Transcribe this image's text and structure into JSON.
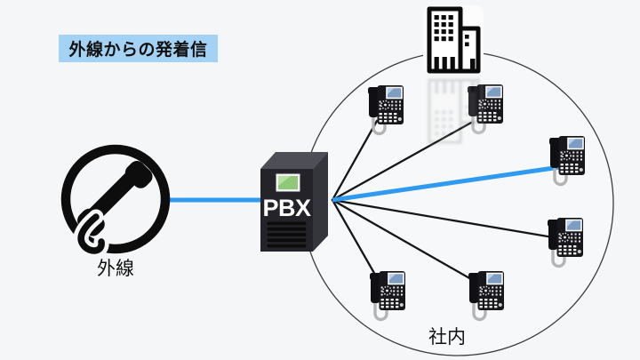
{
  "title": "外線からの発着信",
  "labels": {
    "external": "外線",
    "pbx": "PBX",
    "internal": "社内"
  },
  "colors": {
    "background": "#f5f6f7",
    "title_bg": "#a4d2f4",
    "accent_blue": "#2e9af0",
    "line_black": "#161616"
  },
  "icons": {
    "external": "phone-handset-circle-icon",
    "hub": "server-tower-icon",
    "zone_top": "office-building-icon",
    "extension": "desk-phone-icon"
  },
  "diagram": {
    "type": "pbx-telephony-topology",
    "external_node": {
      "id": "external-line",
      "label": "外線"
    },
    "hub_node": {
      "id": "pbx",
      "label": "PBX"
    },
    "zone": {
      "id": "office",
      "label": "社内",
      "shape": "circle",
      "extension_phone_count": 6
    },
    "links": [
      {
        "from": "external-line",
        "to": "pbx",
        "style": "blue-highlight"
      },
      {
        "from": "pbx",
        "to": "phone-1",
        "style": "black"
      },
      {
        "from": "pbx",
        "to": "phone-2",
        "style": "black"
      },
      {
        "from": "pbx",
        "to": "phone-3",
        "style": "blue-highlight"
      },
      {
        "from": "pbx",
        "to": "phone-4",
        "style": "black"
      },
      {
        "from": "pbx",
        "to": "phone-5",
        "style": "black"
      },
      {
        "from": "pbx",
        "to": "phone-6",
        "style": "black"
      }
    ]
  }
}
